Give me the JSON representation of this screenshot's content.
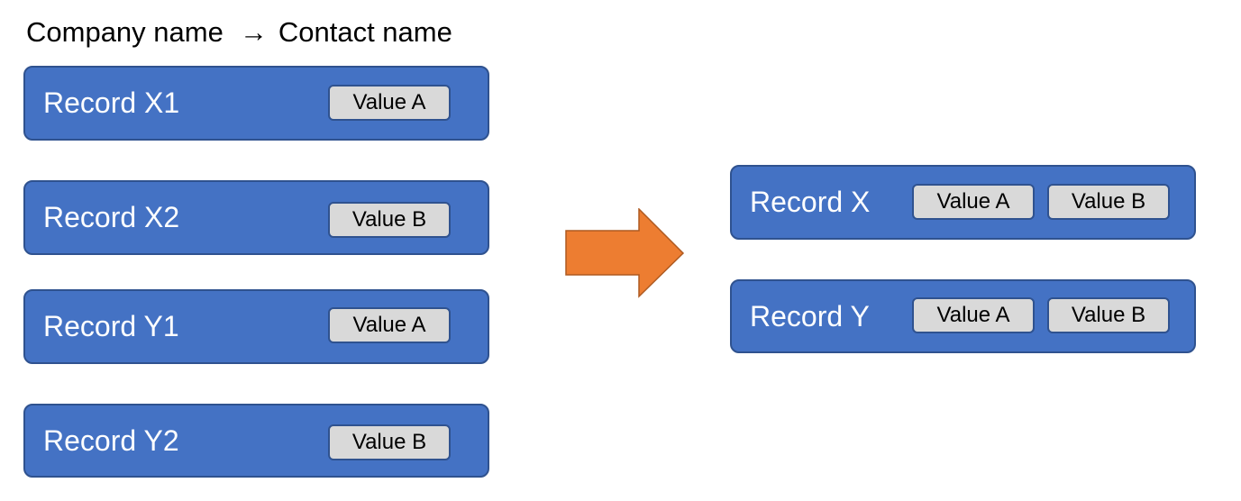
{
  "header": {
    "left": "Company name",
    "arrow": "→",
    "right": "Contact name"
  },
  "source_records": [
    {
      "label": "Record X1",
      "value": "Value A"
    },
    {
      "label": "Record X2",
      "value": "Value B"
    },
    {
      "label": "Record Y1",
      "value": "Value A"
    },
    {
      "label": "Record Y2",
      "value": "Value B"
    }
  ],
  "merged_records": [
    {
      "label": "Record X",
      "values": [
        "Value A",
        "Value B"
      ]
    },
    {
      "label": "Record Y",
      "values": [
        "Value A",
        "Value B"
      ]
    }
  ],
  "colors": {
    "record_fill": "#4472c4",
    "record_border": "#2f528f",
    "chip_fill": "#d9d9d9",
    "arrow_fill": "#ed7d31",
    "arrow_border": "#ae5a21"
  },
  "icons": {
    "transform_arrow": "orange-right-block-arrow-icon",
    "header_arrow": "right-arrow-icon"
  }
}
